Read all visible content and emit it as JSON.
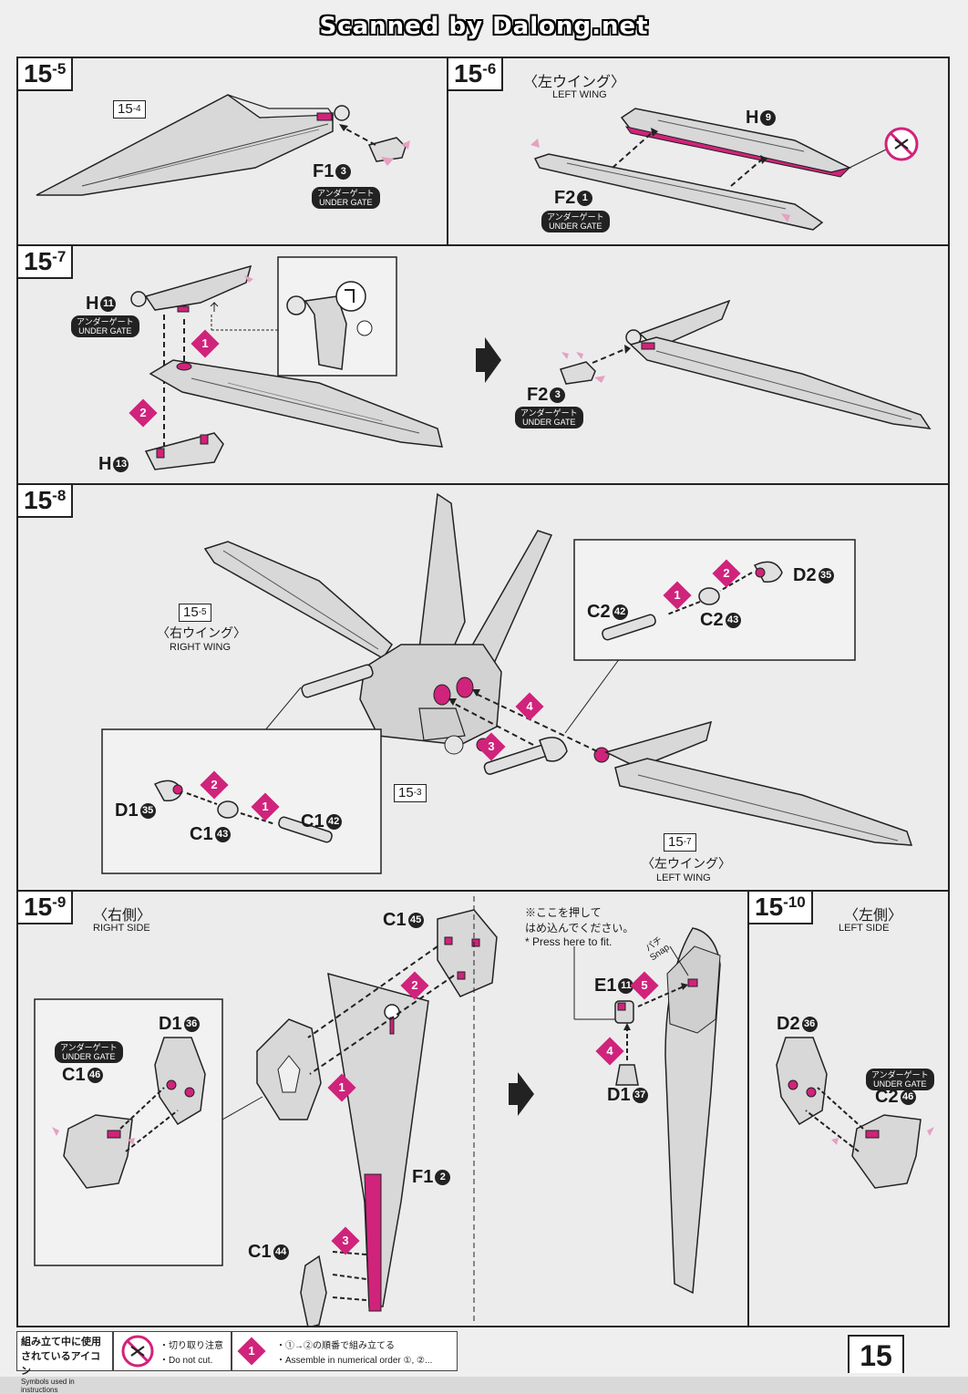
{
  "scan_credit": "Scanned by Dalong.net",
  "colors": {
    "accent": "#d0237b",
    "ink": "#222222",
    "paper": "#ececec"
  },
  "steps": {
    "s15_5": {
      "major": "15",
      "minor": "-5",
      "ref": {
        "major": "15",
        "minor": "-4"
      },
      "part": "F1",
      "part_num": "3",
      "under_gate": "アンダーゲート",
      "under_gate_en": "UNDER GATE"
    },
    "s15_6": {
      "major": "15",
      "minor": "-6",
      "title_jp": "〈左ウイング〉",
      "title_en": "LEFT WING",
      "part_top": "H",
      "part_top_num": "9",
      "part_bottom": "F2",
      "part_bottom_num": "1",
      "under_gate": "アンダーゲート",
      "under_gate_en": "UNDER GATE",
      "icon": "no-cut-icon"
    },
    "s15_7": {
      "major": "15",
      "minor": "-7",
      "part_top": "H",
      "part_top_num": "11",
      "part_bottom": "H",
      "part_bottom_num": "13",
      "part_f": "F2",
      "part_f_num": "3",
      "under_gate": "アンダーゲート",
      "under_gate_en": "UNDER GATE",
      "step1": "1",
      "step2": "2"
    },
    "s15_8": {
      "major": "15",
      "minor": "-8",
      "ref_right": {
        "major": "15",
        "minor": "-5",
        "jp": "〈右ウイング〉",
        "en": "RIGHT WING"
      },
      "ref_left": {
        "major": "15",
        "minor": "-7",
        "jp": "〈左ウイング〉",
        "en": "LEFT WING"
      },
      "ref_body": {
        "major": "15",
        "minor": "-3"
      },
      "right_detail": {
        "d": "C2",
        "d_num": "42",
        "e": "C2",
        "e_num": "43",
        "f": "D2",
        "f_num": "35"
      },
      "left_detail": {
        "d": "D1",
        "d_num": "35",
        "e": "C1",
        "e_num": "43",
        "f": "C1",
        "f_num": "42"
      },
      "step1": "1",
      "step2": "2",
      "step3": "3",
      "step4": "4"
    },
    "s15_9": {
      "major": "15",
      "minor": "-9",
      "title_jp": "〈右側〉",
      "title_en": "RIGHT SIDE",
      "part_c1_top": "C1",
      "part_c1_top_num": "45",
      "part_d1": "D1",
      "part_d1_num": "36",
      "part_c1_gate": "C1",
      "part_c1_gate_num": "46",
      "part_f1": "F1",
      "part_f1_num": "2",
      "part_c1_blade": "C1",
      "part_c1_blade_num": "44",
      "part_e1": "E1",
      "part_e1_num": "11",
      "part_d1_b": "D1",
      "part_d1_b_num": "37",
      "press_jp_1": "※ここを押して",
      "press_jp_2": "はめ込んでください。",
      "press_en": "* Press here to fit.",
      "snap_jp": "パチ",
      "snap_en": "Snap",
      "under_gate": "アンダーゲート",
      "under_gate_en": "UNDER GATE",
      "step1": "1",
      "step2": "2",
      "step3": "3",
      "step4": "4",
      "step5": "5"
    },
    "s15_10": {
      "major": "15",
      "minor": "-10",
      "title_jp": "〈左側〉",
      "title_en": "LEFT SIDE",
      "part_d2": "D2",
      "part_d2_num": "36",
      "part_c2": "C2",
      "part_c2_num": "46",
      "under_gate": "アンダーゲート",
      "under_gate_en": "UNDER GATE"
    }
  },
  "footer": {
    "legend_jp_1": "組み立て中に使用",
    "legend_jp_2": "されているアイコン",
    "legend_en": "Symbols used in instructions",
    "do_not_cut_jp": "・切り取り注意",
    "do_not_cut_en": "・Do not cut.",
    "order_jp": "・①→②の順番で組み立てる",
    "order_en": "・Assemble in numerical order ①, ②...",
    "order_badge": "1"
  },
  "page_number": "15"
}
